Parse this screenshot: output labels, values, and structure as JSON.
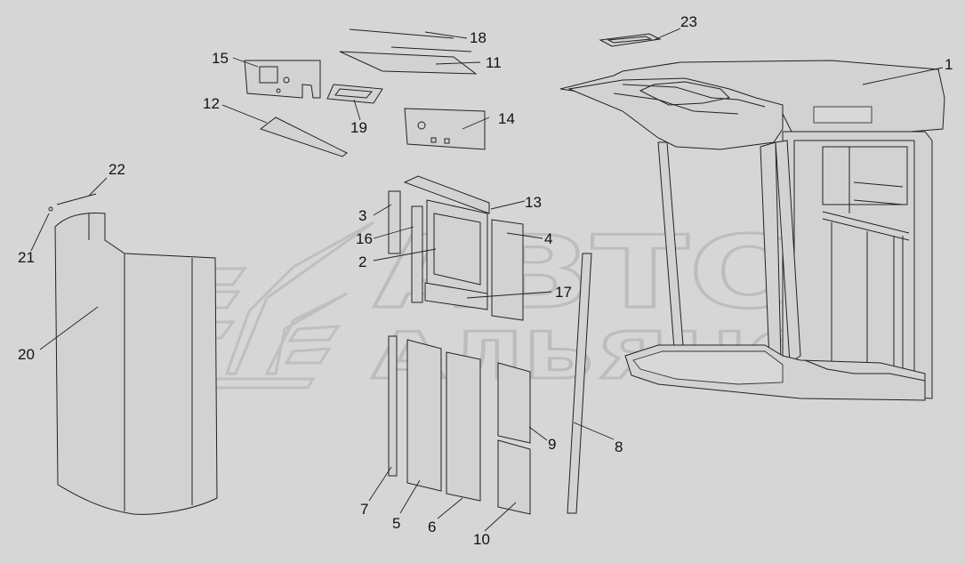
{
  "watermark": {
    "line1": "АВТО",
    "line2": "АЛЬЯНС"
  },
  "callouts": [
    "1",
    "2",
    "3",
    "4",
    "5",
    "6",
    "7",
    "8",
    "9",
    "10",
    "11",
    "12",
    "13",
    "14",
    "15",
    "16",
    "17",
    "18",
    "19",
    "20",
    "21",
    "22",
    "23"
  ],
  "colors": {
    "background": "#d6d6d6",
    "line": "#222222",
    "watermark": "#bdbdbd"
  }
}
